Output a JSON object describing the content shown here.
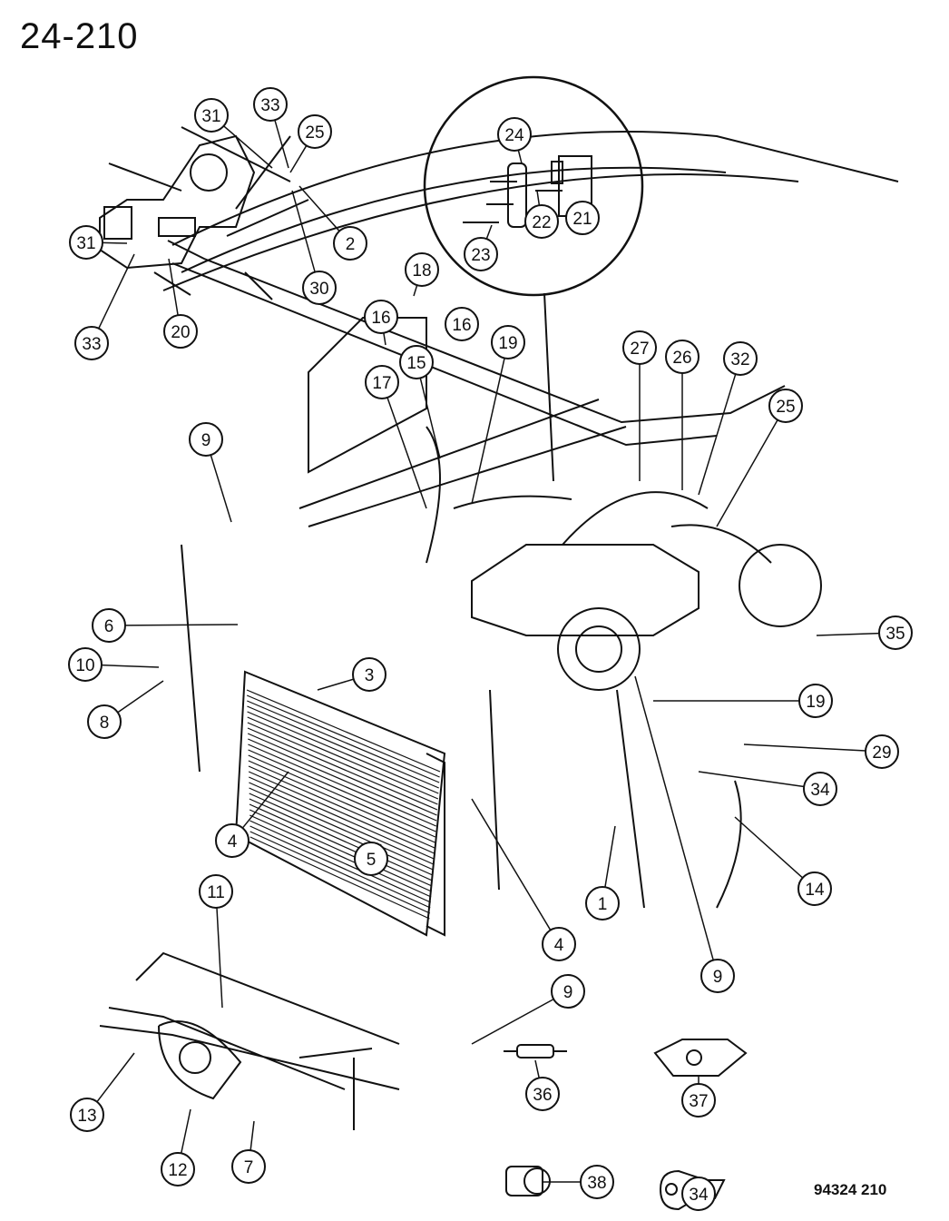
{
  "header": {
    "page_number": "24-210"
  },
  "footer": {
    "illustration_code": "94324 210"
  },
  "callouts": [
    "31",
    "33",
    "25",
    "2",
    "30",
    "31",
    "33",
    "20",
    "24",
    "21",
    "22",
    "23",
    "18",
    "16",
    "16",
    "19",
    "15",
    "17",
    "27",
    "26",
    "32",
    "25",
    "9",
    "6",
    "10",
    "3",
    "8",
    "35",
    "19",
    "29",
    "34",
    "14",
    "4",
    "4",
    "1",
    "9",
    "5",
    "11",
    "9",
    "13",
    "12",
    "7",
    "36",
    "37",
    "38",
    "34"
  ],
  "colors": {
    "ink": "#111111",
    "background": "#ffffff"
  }
}
